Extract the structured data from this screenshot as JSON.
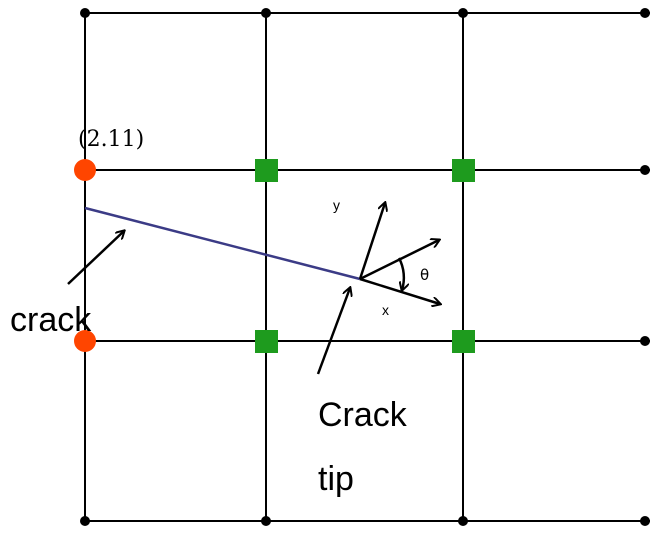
{
  "diagram": {
    "equation_label": "(2.11)",
    "crack_label": "crack",
    "crack_tip_label": [
      "Crack",
      "tip"
    ],
    "axis_y_label": "y",
    "axis_x_label": "x",
    "angle_label": "θ",
    "colors": {
      "grid": "#000000",
      "crack_line": "#3b3b86",
      "heaviside_node": "#ff4500",
      "tip_node": "#1e9b1e",
      "arrow": "#000000"
    },
    "node_types": {
      "grid_node": "black-dot",
      "enriched_heaviside": "red-circle",
      "enriched_tip": "green-square"
    }
  }
}
